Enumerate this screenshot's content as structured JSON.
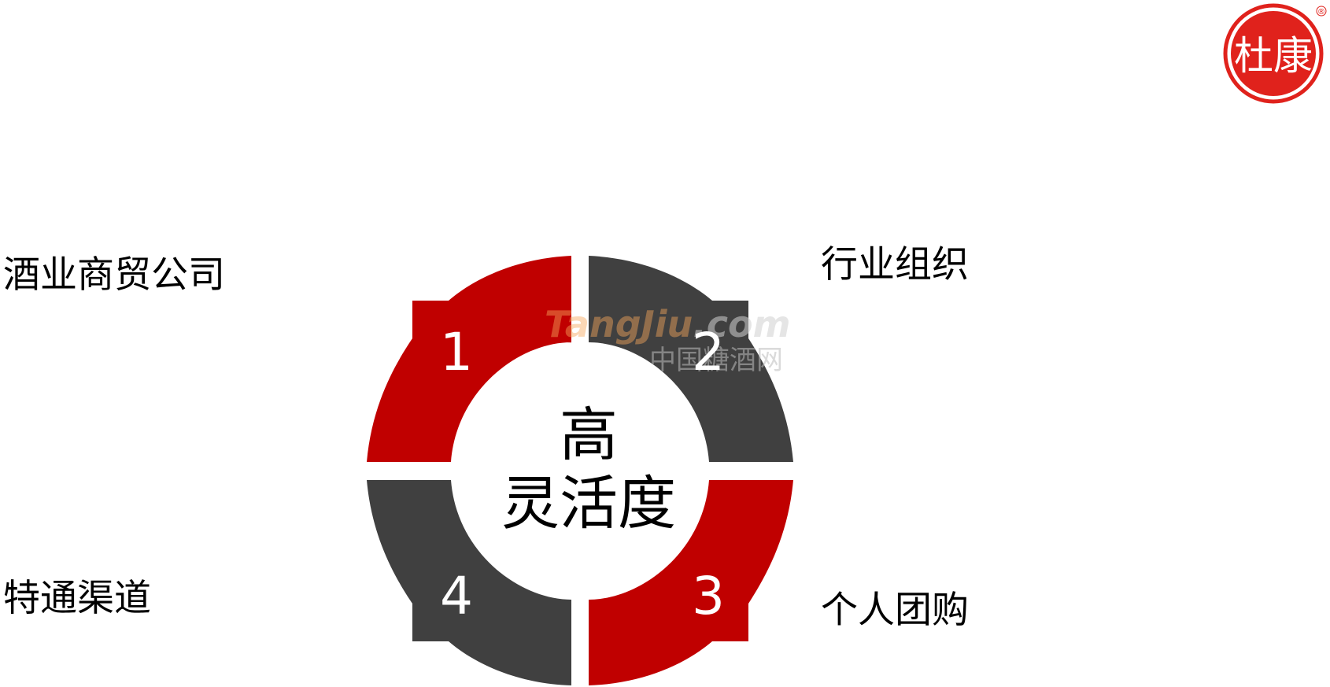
{
  "segments": [
    {
      "number": "1",
      "label": "酒业商贸公司",
      "color": "#C00000"
    },
    {
      "number": "2",
      "label": "行业组织",
      "color": "#404040"
    },
    {
      "number": "3",
      "label": "个人团购",
      "color": "#C00000"
    },
    {
      "number": "4",
      "label": "特通渠道",
      "color": "#404040"
    }
  ],
  "center": {
    "line1": "高",
    "line2": "灵活度"
  },
  "watermark": {
    "brand_part1": "Tang",
    "brand_part2": "Jiu",
    "brand_part3": ".com",
    "subtitle": "中国糖酒网"
  },
  "logo": {
    "registered_mark": "®",
    "seal_text": "杜康"
  },
  "colors": {
    "red": "#C00000",
    "gray": "#404040",
    "watermark_orange": "#F6A65A",
    "logo_red": "#E0221C"
  }
}
